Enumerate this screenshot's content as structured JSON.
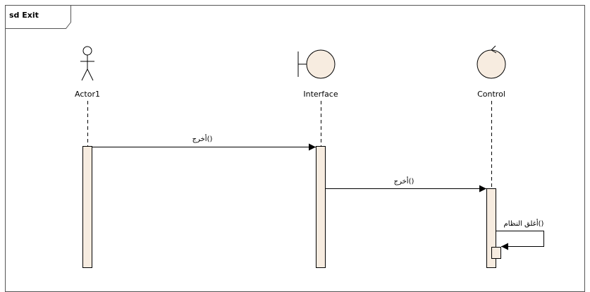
{
  "frame": {
    "title": "sd Exit"
  },
  "lifelines": [
    {
      "name": "Actor1",
      "kind": "actor"
    },
    {
      "name": "Interface",
      "kind": "boundary"
    },
    {
      "name": "Control",
      "kind": "control"
    }
  ],
  "messages": [
    {
      "label": "أخرج()",
      "from": "Actor1",
      "to": "Interface"
    },
    {
      "label": "أخرج()",
      "from": "Interface",
      "to": "Control"
    },
    {
      "label": "أغلق النظام()",
      "from": "Control",
      "to": "Control"
    }
  ],
  "colors": {
    "activation_fill": "#f7ece0",
    "control_fill": "#f7ece0",
    "line": "#000000"
  }
}
